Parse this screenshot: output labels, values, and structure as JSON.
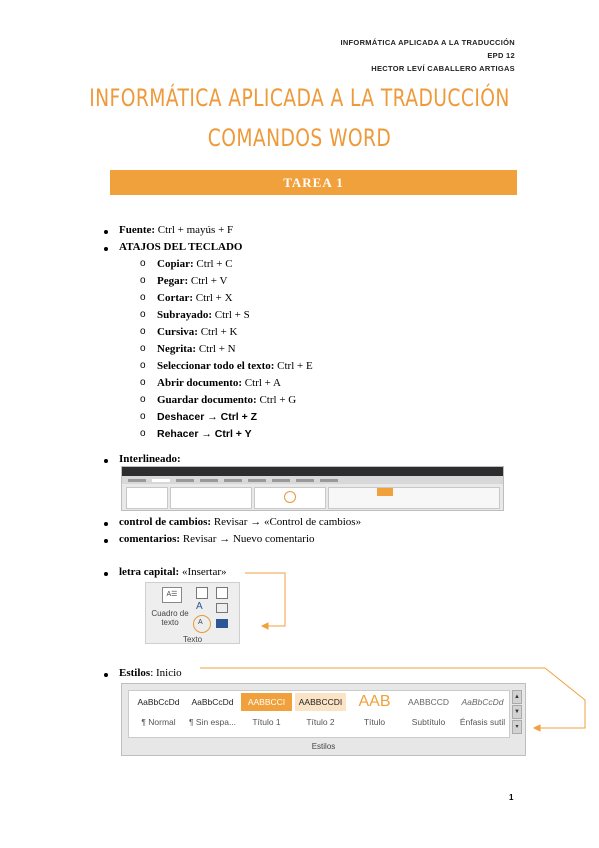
{
  "header": {
    "line1": "INFORMÁTICA APLICADA A LA TRADUCCIÓN",
    "line2": "EPD 12",
    "line3": "HECTOR LEVÍ CABALLERO ARTIGAS"
  },
  "title": {
    "line1": "INFORMÁTICA APLICADA A LA TRADUCCIÓN",
    "line2": "COMANDOS WORD"
  },
  "task_bar": "TAREA 1",
  "items": {
    "fuente_label": "Fuente:",
    "fuente_value": " Ctrl + mayús + F",
    "atajos": "ATAJOS DEL TECLADO",
    "shortcuts": [
      {
        "label": "Copiar:",
        "value": " Ctrl + C"
      },
      {
        "label": "Pegar:",
        "value": " Ctrl + V"
      },
      {
        "label": "Cortar:",
        "value": " Ctrl + X"
      },
      {
        "label": "Subrayado:",
        "value": " Ctrl + S"
      },
      {
        "label": "Cursiva:",
        "value": " Ctrl + K"
      },
      {
        "label": "Negrita:",
        "value": " Ctrl + N"
      },
      {
        "label": "Seleccionar todo el texto:",
        "value": " Ctrl + E"
      },
      {
        "label": "Abrir documento:",
        "value": " Ctrl + A"
      },
      {
        "label": "Guardar documento:",
        "value": " Ctrl + G"
      },
      {
        "label": "Deshacer",
        "value": " Ctrl + Z"
      },
      {
        "label": "Rehacer",
        "value": " Ctrl + Y"
      }
    ],
    "arrow": " → ",
    "interlineado": "Interlineado:",
    "control_label": "control de cambios:",
    "control_value_a": " Revisar ",
    "control_value_b": " «Control de cambios»",
    "comentarios_label": "comentarios:",
    "comentarios_value_a": " Revisar ",
    "comentarios_value_b": " Nuevo comentario",
    "letra_label": "letra capital:",
    "letra_value": " «Insertar»",
    "estilos_label": "Estilos",
    "estilos_value": ": Inicio"
  },
  "insert_panel": {
    "cuadro_label": "Cuadro de texto",
    "group_label": "Texto"
  },
  "styles_gallery": {
    "styles": [
      {
        "sample": "AaBbCcDd",
        "name": "¶ Normal"
      },
      {
        "sample": "AaBbCcDd",
        "name": "¶ Sin espa..."
      },
      {
        "sample": "AABBCCI",
        "name": "Título 1"
      },
      {
        "sample": "AABBCCDI",
        "name": "Título 2"
      },
      {
        "sample": "AAB",
        "name": "Título"
      },
      {
        "sample": "AABBCCD",
        "name": "Subtítulo"
      },
      {
        "sample": "AaBbCcDd",
        "name": "Énfasis sutil"
      }
    ],
    "group_label": "Estilos"
  },
  "page_number": "1",
  "colors": {
    "accent": "#F0A13C",
    "title": "#EE9A3A"
  }
}
